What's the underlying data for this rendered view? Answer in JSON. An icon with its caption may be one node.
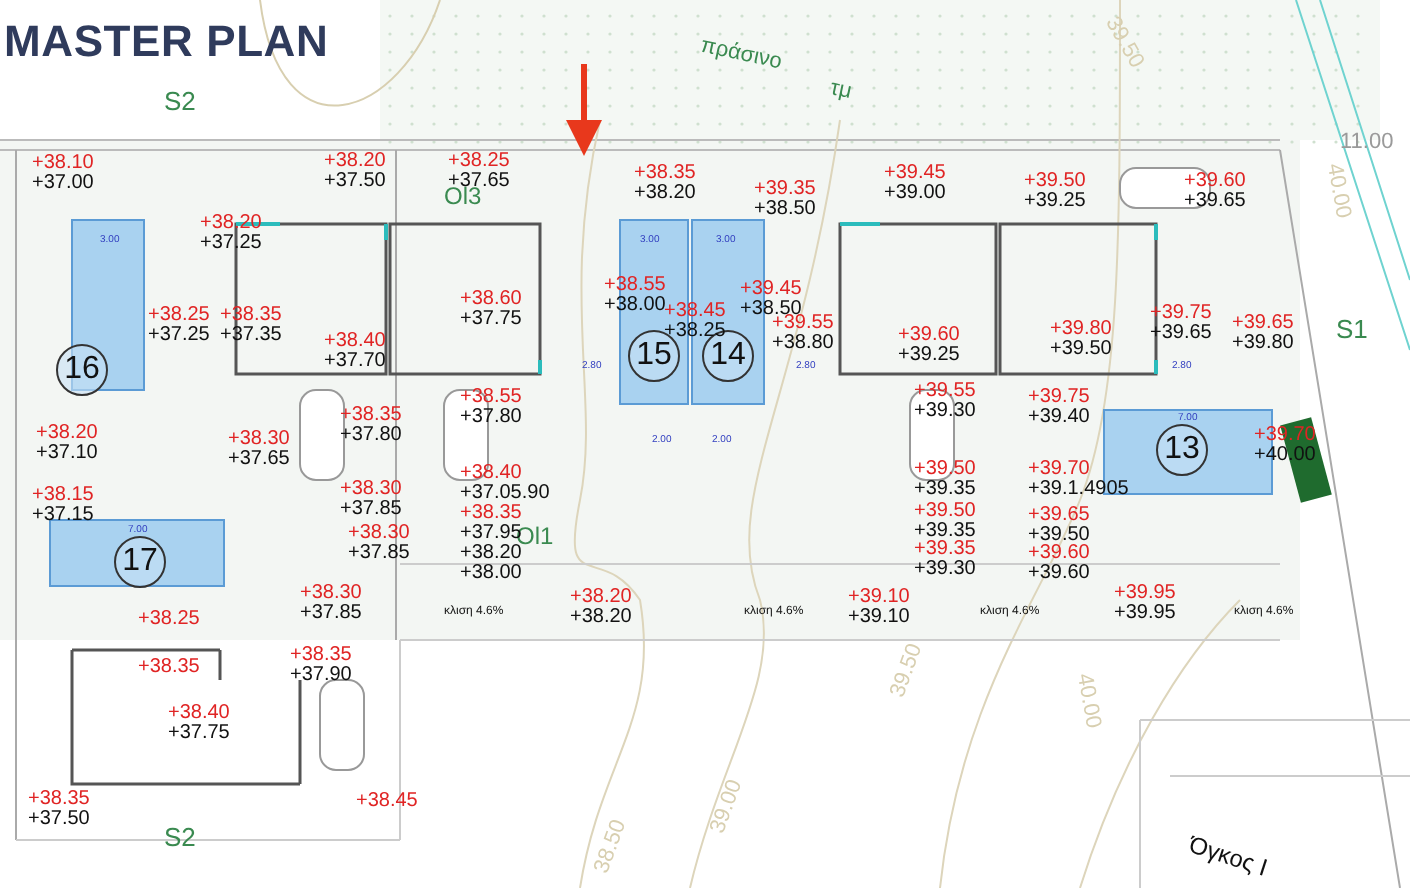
{
  "diagram": {
    "title": "MASTER PLAN",
    "nodes": [
      {
        "text": [
          "16"
        ]
      },
      {
        "text": [
          "15"
        ]
      },
      {
        "text": [
          "14"
        ]
      },
      {
        "text": [
          "13"
        ]
      },
      {
        "text": [
          "17"
        ]
      }
    ],
    "labels": [
      "πράσινο",
      "τμ",
      "S2",
      "Ol3",
      "11.00",
      "40.00",
      "S1",
      "Ol1",
      "κλιση 4.6%",
      "κλιση 4.6%",
      "κλιση 4.6%",
      "κλιση 4.6%",
      "S2",
      "38.50",
      "39.00",
      "39.50",
      "40.00",
      "Όγκος Ι",
      "39.50",
      "3.00",
      "3.00",
      "3.00",
      "7.00",
      "7.00",
      "2.00",
      "2.00",
      "2.80",
      "2.80",
      "2.80",
      "+38.10",
      "+37.00",
      "+38.20",
      "+37.50",
      "+38.25",
      "+37.65",
      "+38.35",
      "+38.20",
      "+39.35",
      "+38.50",
      "+39.45",
      "+39.00",
      "+39.50",
      "+39.25",
      "+39.60",
      "+39.65",
      "+38.20",
      "+37.25",
      "+38.25",
      "+37.25",
      "+38.35",
      "+37.35",
      "+38.40",
      "+37.70",
      "+38.60",
      "+37.75",
      "+38.55",
      "+38.00",
      "+38.45",
      "+38.25",
      "+39.45",
      "+38.50",
      "+39.55",
      "+38.80",
      "+39.60",
      "+39.25",
      "+39.80",
      "+39.50",
      "+39.75",
      "+39.65",
      "+39.65",
      "+39.80",
      "+38.20",
      "+37.10",
      "+38.30",
      "+37.65",
      "+38.35",
      "+37.80",
      "+38.55",
      "+37.80",
      "+38.15",
      "+37.15",
      "+38.30",
      "+37.85",
      "+38.40",
      "+37.05.90",
      "+38.35",
      "+37.95",
      "+38.20",
      "+38.00",
      "+38.30",
      "+37.85",
      "+38.30",
      "+37.85",
      "+38.25",
      "+38.35",
      "+38.40",
      "+37.75",
      "+38.35",
      "+37.90",
      "+38.35",
      "+37.50",
      "+38.45",
      "+38.20",
      "+38.20",
      "+39.10",
      "+39.10",
      "+39.55",
      "+39.30",
      "+39.75",
      "+39.40",
      "+39.50",
      "+39.35",
      "+39.70",
      "+39.1.4905",
      "+39.70",
      "+40.00",
      "+39.50",
      "+39.35",
      "+39.65",
      "+39.50",
      "+39.35",
      "+39.30",
      "+39.60",
      "+39.60",
      "+39.95",
      "+39.95"
    ]
  }
}
